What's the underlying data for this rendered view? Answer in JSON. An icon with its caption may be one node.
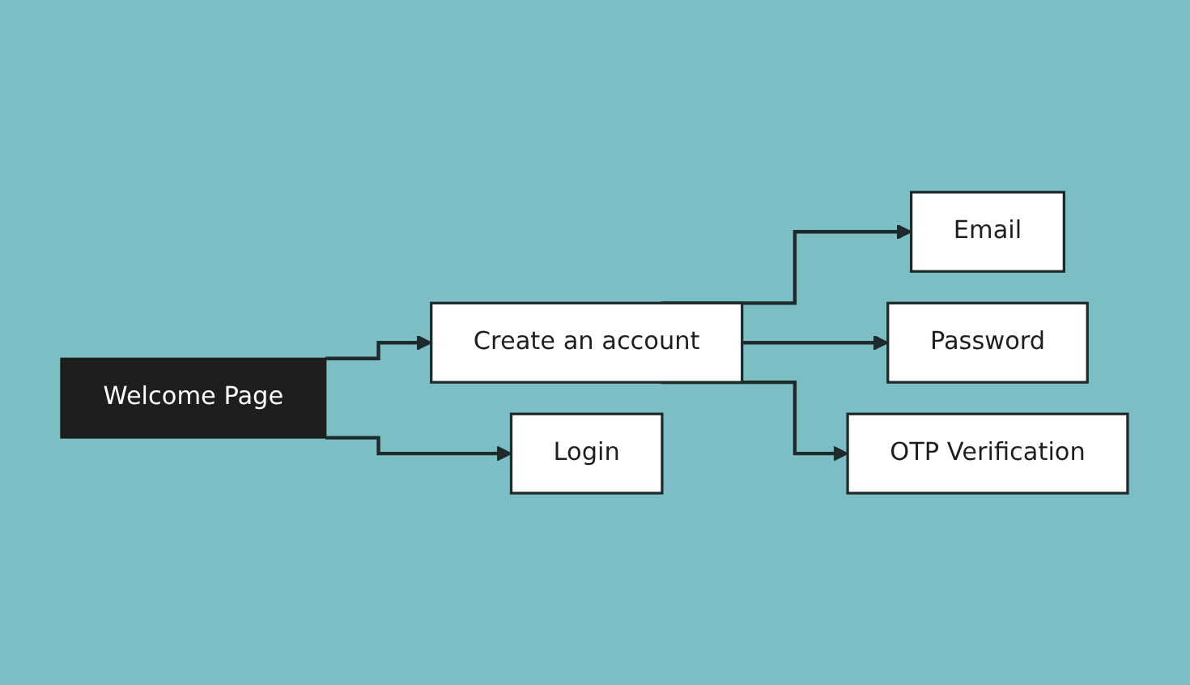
{
  "diagram": {
    "nodes": [
      {
        "text": [
          "Welcome Page"
        ]
      },
      {
        "text": [
          "Create an account"
        ]
      },
      {
        "text": [
          "Email"
        ]
      },
      {
        "text": [
          "Password"
        ]
      },
      {
        "text": [
          "OTP Verification"
        ]
      },
      {
        "text": [
          "Login"
        ]
      }
    ],
    "edges": [
      {
        "from": 0,
        "to": 1,
        "arrow": "to"
      },
      {
        "from": 0,
        "to": 5,
        "arrow": "to"
      },
      {
        "from": 1,
        "to": 2,
        "arrow": "to"
      },
      {
        "from": 1,
        "to": 3,
        "arrow": "to"
      },
      {
        "from": 1,
        "to": 4,
        "arrow": "to"
      }
    ]
  }
}
